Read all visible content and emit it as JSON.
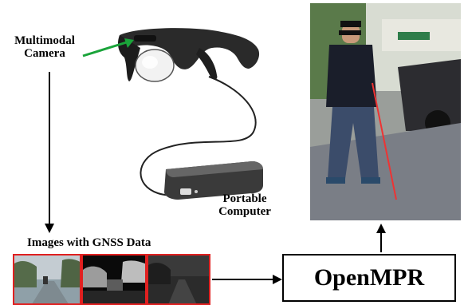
{
  "labels": {
    "camera_line1": "Multimodal",
    "camera_line2": "Camera",
    "computer_line1": "Portable",
    "computer_line2": "Computer",
    "images": "Images with GNSS Data",
    "system": "OpenMPR"
  },
  "colors": {
    "frame_border": "#e02020",
    "pointer_arrow": "#1aa43a",
    "flow_arrow": "#000000"
  },
  "frames": [
    "RGB image",
    "depth image",
    "infrared image"
  ],
  "photo_description_hidden": false
}
